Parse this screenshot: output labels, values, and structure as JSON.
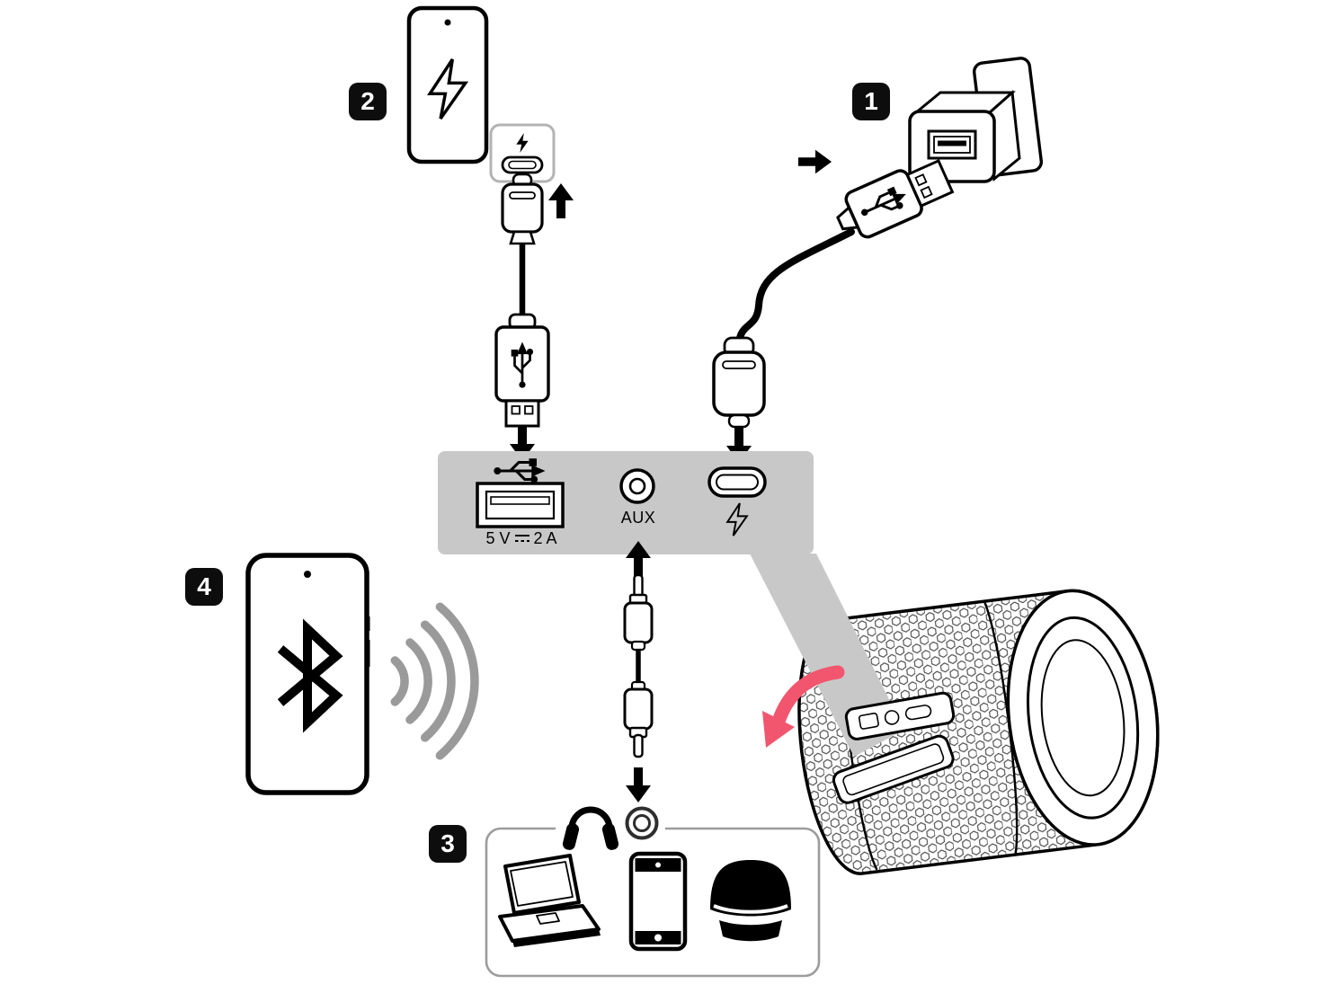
{
  "steps": {
    "step1": "1",
    "step2": "2",
    "step3": "3",
    "step4": "4"
  },
  "panel": {
    "aux_label": "AUX",
    "usb_voltage": "5 V",
    "usb_current": "2 A"
  },
  "colors": {
    "panel_gray": "#c8c8c8",
    "open_arrow_pink": "#f1566e",
    "wave_gray": "#9a9a9a",
    "line_black": "#000000",
    "box_border_gray": "#9c9c9c"
  },
  "icons": {
    "lightning-icon": "⚡",
    "bluetooth-icon": "ᛒ",
    "headphones-icon": "🎧",
    "usb-trident-icon": "⑂",
    "dc-symbol-icon": "⎓"
  }
}
